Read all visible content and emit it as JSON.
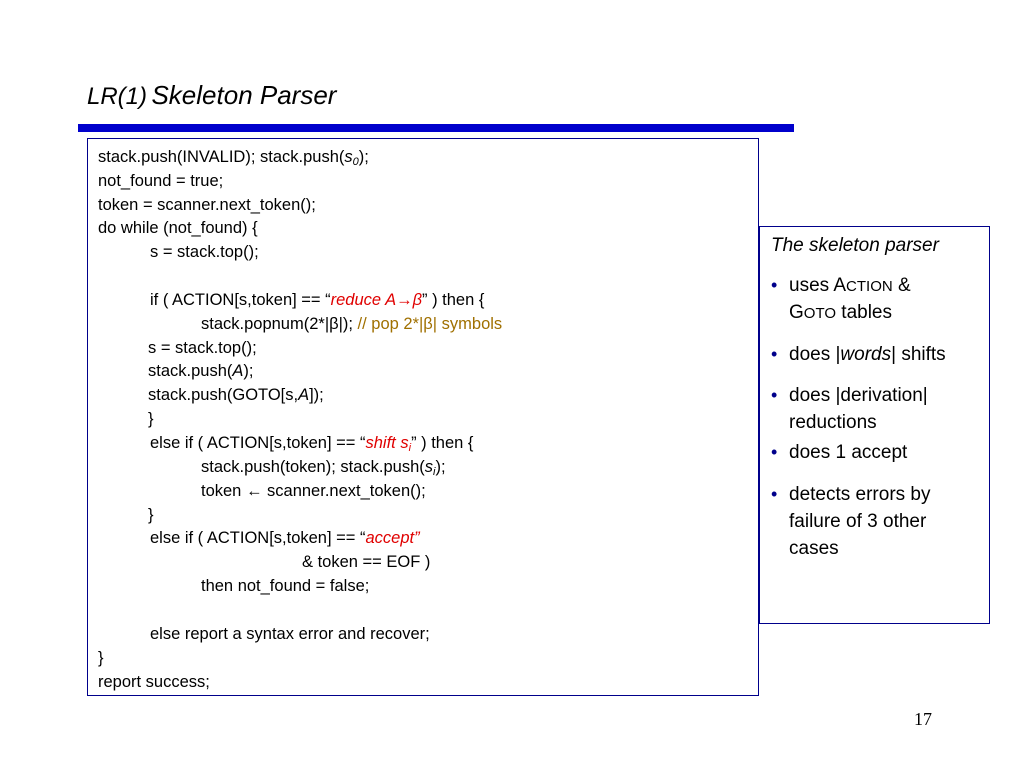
{
  "slide": {
    "title_prefix": "LR(1)",
    "title_main": "Skeleton Parser",
    "page_number": "17"
  },
  "code": {
    "l1_a": "stack.push(INVALID); stack.push(",
    "l1_s": "s",
    "l1_sub": "0",
    "l1_b": ");",
    "l2": "not_found = true;",
    "l3": "token = scanner.next_token();",
    "l4": "do while (not_found) {",
    "l5": "s = stack.top();",
    "l6_a": "if ( ACTION[s,token] == “",
    "l6_red": "reduce A→β",
    "l6_b": "” ) then {",
    "l7_a": "stack.popnum(2*|β|); ",
    "l7_comment": "// pop 2*|β| symbols",
    "l8": "s = stack.top();",
    "l9_a": "stack.push(",
    "l9_i": "A",
    "l9_b": ");",
    "l10_a": "stack.push(GOTO[s,",
    "l10_i": "A",
    "l10_b": "]);",
    "l11": "}",
    "l12_a": "else if ( ACTION[s,token] == “",
    "l12_red": "shift s",
    "l12_sub": "i",
    "l12_b": "” ) then {",
    "l13_a": "stack.push(token); stack.push(",
    "l13_s": "s",
    "l13_sub": "i",
    "l13_b": ");",
    "l14": "token ← scanner.next_token();",
    "l15": "}",
    "l16_a": "else if ( ACTION[s,token] == “",
    "l16_red": "accept",
    "l16_b": "”",
    "l17": "& token == EOF )",
    "l18": "then not_found = false;",
    "l19": "else report a syntax error and recover;",
    "l20": "}",
    "l21": "report success;"
  },
  "side": {
    "heading": "The skeleton parser",
    "bullet_symbol": "•",
    "b1_a": "uses A",
    "b1_sc1": "CTION",
    "b1_b": " &",
    "b1_c": "G",
    "b1_sc2": "OTO",
    "b1_d": " tables",
    "b2_a": "does |",
    "b2_i": "words",
    "b2_b": "| shifts",
    "b3_a": "does |derivation|",
    "b3_b": "reductions",
    "b4": "does 1 accept",
    "b5_a": "detects errors by",
    "b5_b": "failure of 3 other",
    "b5_c": "cases"
  },
  "colors": {
    "rule": "#0000cc",
    "border": "#00008b",
    "keyword_red": "#e00000",
    "comment_olive": "#a07000"
  }
}
